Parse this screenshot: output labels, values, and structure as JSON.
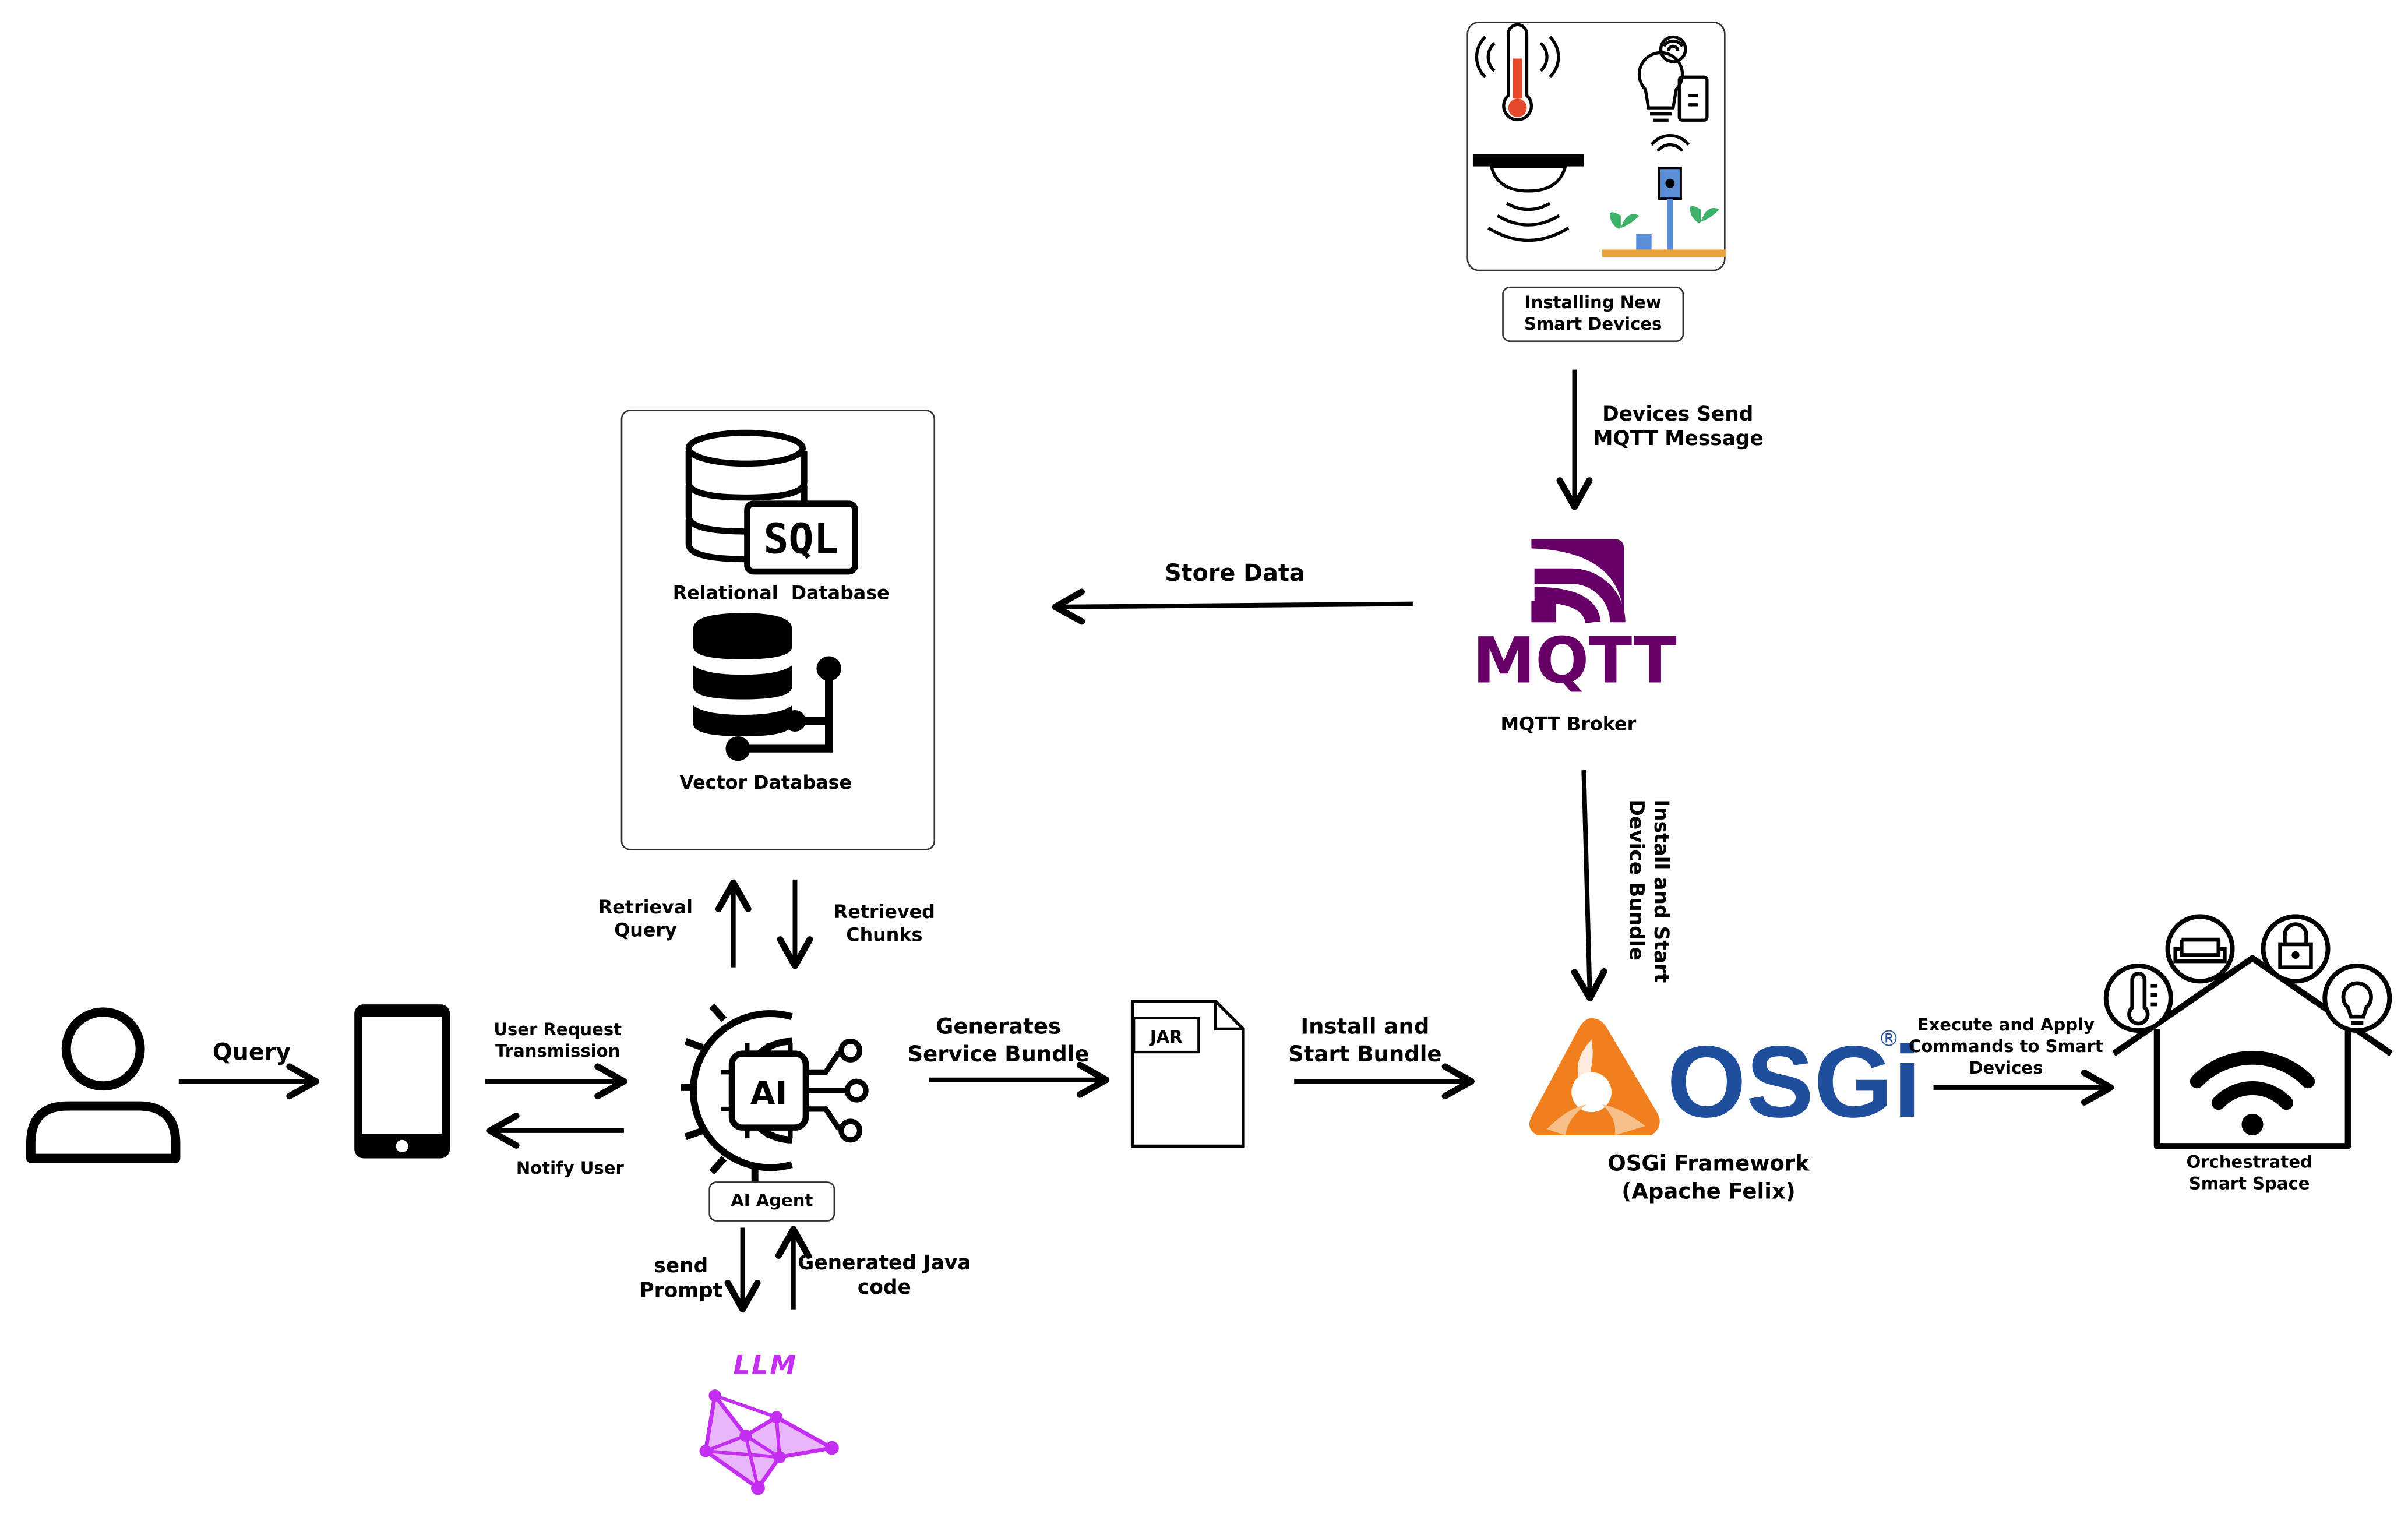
{
  "actors": {
    "user_query_label": "Query",
    "transmission_label": [
      "User Request",
      "Transmission"
    ],
    "notify_label": "Notify User"
  },
  "agent": {
    "chip_text": "AI",
    "name": "AI Agent",
    "retrieval_label": [
      "Retrieval",
      "Query"
    ],
    "retrieved_label": [
      "Retrieved",
      "Chunks"
    ],
    "send_prompt_label": [
      "send",
      "Prompt"
    ],
    "generated_label": [
      "Generated Java",
      "code"
    ],
    "generates_label": [
      "Generates",
      "Service Bundle"
    ]
  },
  "databases": {
    "sql_badge": "SQL",
    "relational_label": "Relational  Database",
    "vector_label": "Vector Database"
  },
  "llm": {
    "label": "LLM",
    "color": "#c32ef0"
  },
  "devices": {
    "caption": [
      "Installing New",
      "Smart Devices"
    ],
    "send_label": [
      "Devices Send",
      "MQTT Message"
    ]
  },
  "mqtt": {
    "logo_text": "MQTT",
    "broker_label": "MQTT Broker",
    "store_label": "Store Data",
    "install_label": [
      "Install and Start",
      "Device Bundle"
    ],
    "color": "#660066"
  },
  "jar": {
    "tag": "JAR",
    "install_label": [
      "Install and",
      "Start Bundle"
    ]
  },
  "osgi": {
    "logo_text": "OSGi",
    "registered": "®",
    "framework_label": [
      "OSGi Framework",
      "(Apache Felix)"
    ],
    "execute_label": [
      "Execute and Apply",
      "Commands to Smart",
      "Devices"
    ],
    "color_blue": "#1f4e9c",
    "color_orange": "#f0801e"
  },
  "smart_space": {
    "label": [
      "Orchestrated",
      "Smart Space"
    ]
  }
}
